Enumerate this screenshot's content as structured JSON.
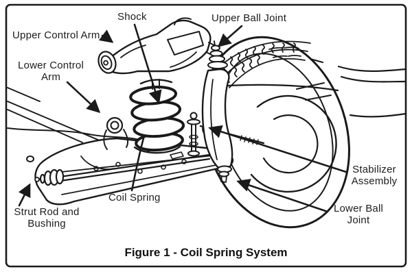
{
  "figure": {
    "caption": "Figure 1 - Coil Spring System",
    "labels": {
      "shock": "Shock",
      "upper_ball_joint": "Upper Ball Joint",
      "upper_control_arm": "Upper Control Arm",
      "lower_control_arm": "Lower Control\nArm",
      "coil_spring": "Coil Spring",
      "strut_rod_bushing": "Strut Rod and\nBushing",
      "stabilizer_assembly": "Stabilizer\nAssembly",
      "lower_ball_joint": "Lower Ball\nJoint"
    },
    "colors": {
      "ink": "#1a1a1a",
      "background": "#ffffff"
    }
  }
}
